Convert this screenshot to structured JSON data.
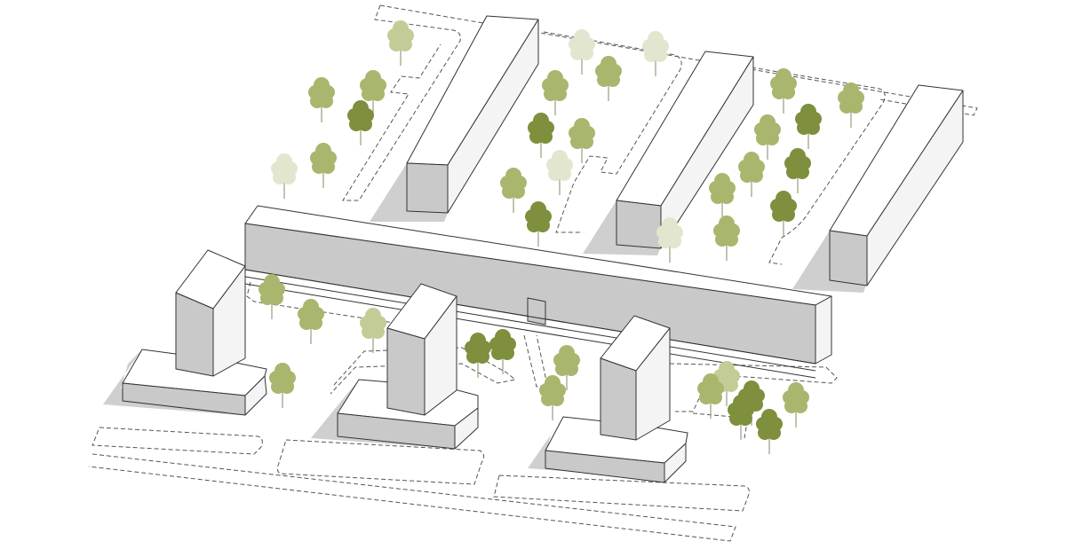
{
  "palette": {
    "background": "#ffffff",
    "building_top": "#ffffff",
    "building_light_side": "#f4f4f4",
    "building_dark_side": "#c9c9c9",
    "shadow": "#cfcfcf",
    "outline": "#333333",
    "path_dash": "#555555",
    "tree_light": "#c3cc96",
    "tree_mid": "#a9b66e",
    "tree_dark": "#7e8f3d",
    "tree_faint": "#e2e6cf"
  },
  "trees": [
    {
      "tone": "light"
    },
    {
      "tone": "mid"
    },
    {
      "tone": "mid"
    },
    {
      "tone": "dark"
    },
    {
      "tone": "faint"
    },
    {
      "tone": "mid"
    },
    {
      "tone": "faint"
    },
    {
      "tone": "faint"
    },
    {
      "tone": "mid"
    },
    {
      "tone": "mid"
    },
    {
      "tone": "dark"
    },
    {
      "tone": "mid"
    },
    {
      "tone": "mid"
    },
    {
      "tone": "faint"
    },
    {
      "tone": "dark"
    },
    {
      "tone": "mid"
    },
    {
      "tone": "mid"
    },
    {
      "tone": "dark"
    },
    {
      "tone": "mid"
    },
    {
      "tone": "mid"
    },
    {
      "tone": "mid"
    },
    {
      "tone": "dark"
    },
    {
      "tone": "dark"
    },
    {
      "tone": "mid"
    },
    {
      "tone": "faint"
    },
    {
      "tone": "mid"
    },
    {
      "tone": "mid"
    },
    {
      "tone": "light"
    },
    {
      "tone": "mid"
    },
    {
      "tone": "dark"
    },
    {
      "tone": "dark"
    },
    {
      "tone": "mid"
    },
    {
      "tone": "mid"
    },
    {
      "tone": "light"
    },
    {
      "tone": "dark"
    },
    {
      "tone": "dark"
    },
    {
      "tone": "mid"
    },
    {
      "tone": "mid"
    },
    {
      "tone": "dark"
    }
  ]
}
